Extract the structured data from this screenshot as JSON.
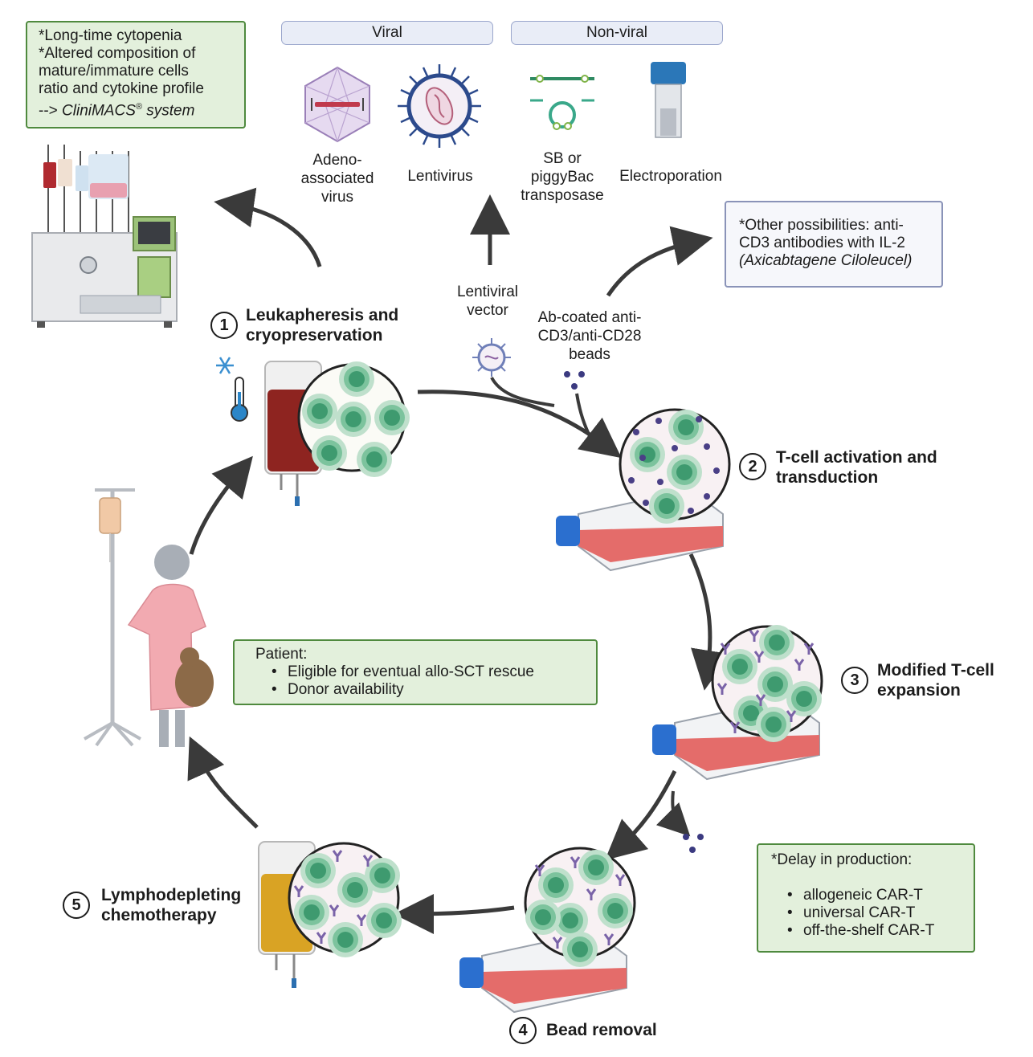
{
  "notes": {
    "cytopenia": {
      "lines": [
        "*Long-time cytopenia",
        "*Altered composition of",
        "mature/immature cells",
        "ratio and cytokine profile"
      ],
      "clinimacs_prefix": "--> ",
      "clinimacs": "CliniMACS",
      "clinimacs_mark": "®",
      "clinimacs_suffix": " system"
    },
    "other": {
      "line1": "*Other possibilities: anti-",
      "line2": "CD3 antibodies with IL-2",
      "line3": "(Axicabtagene Ciloleucel)"
    },
    "patient": {
      "title": "Patient:",
      "items": [
        "Eligible for eventual allo-SCT rescue",
        "Donor availability"
      ]
    },
    "delay": {
      "title": "*Delay in production:",
      "items": [
        "allogeneic CAR-T",
        "universal CAR-T",
        "off-the-shelf CAR-T"
      ]
    }
  },
  "vectors": {
    "viral_label": "Viral",
    "nonviral_label": "Non-viral",
    "items": [
      {
        "lines": [
          "Adeno-",
          "associated",
          "virus"
        ],
        "icon": "icosahedron-virus-icon"
      },
      {
        "lines": [
          "Lentivirus"
        ],
        "icon": "lentivirus-icon"
      },
      {
        "lines": [
          "SB or",
          "piggyBac",
          "transposase"
        ],
        "icon": "plasmid-icon"
      },
      {
        "lines": [
          "Electroporation"
        ],
        "icon": "cuvette-icon"
      }
    ]
  },
  "inputs": {
    "lentiviral": [
      "Lentiviral",
      "vector"
    ],
    "beads": [
      "Ab-coated anti-",
      "CD3/anti-CD28",
      "beads"
    ]
  },
  "steps": [
    {
      "num": "1",
      "lines": [
        "Leukapheresis and",
        "cryopreservation"
      ]
    },
    {
      "num": "2",
      "lines": [
        "T-cell activation and",
        "transduction"
      ]
    },
    {
      "num": "3",
      "lines": [
        "Modified T-cell",
        "expansion"
      ]
    },
    {
      "num": "4",
      "lines": [
        "Bead removal"
      ]
    },
    {
      "num": "5",
      "lines": [
        "Lymphodepleting",
        "chemotherapy"
      ]
    }
  ],
  "colors": {
    "note_green_bg": "#e3f0dc",
    "note_green_border": "#4f8a3e",
    "note_blue_border": "#8a93b8",
    "cell_green": "#5fae86",
    "flask_red": "#e06a68",
    "bead_purple": "#4a3f86",
    "arrow": "#3a3a3a"
  }
}
